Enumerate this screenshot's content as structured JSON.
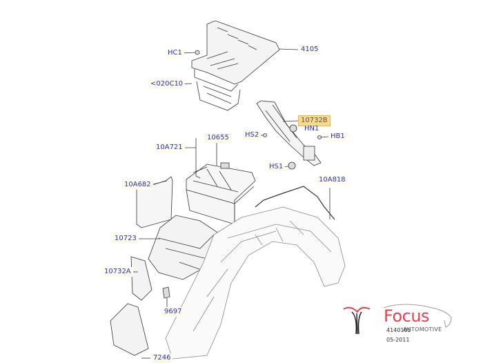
{
  "callouts": {
    "hc1": "HC1",
    "p4105": "4105",
    "p020c10": "<020C10",
    "p10732b": "10732B",
    "hn1": "HN1",
    "hs2": "HS2",
    "hb1": "HB1",
    "p10655": "10655",
    "p10a721": "10A721",
    "hs1": "HS1",
    "p10a682": "10A682",
    "p10a818": "10A818",
    "p10723": "10723",
    "p10732a": "10732A",
    "p9697": "9697",
    "p7246": "7246"
  },
  "highlighted_callout": "10732B",
  "footer": {
    "diagram_number": "4140105",
    "date": "05-2011"
  },
  "branding": {
    "name": "Focus",
    "subtitle": "AUTOMOTIVE",
    "brand_color": "#e2404f"
  }
}
